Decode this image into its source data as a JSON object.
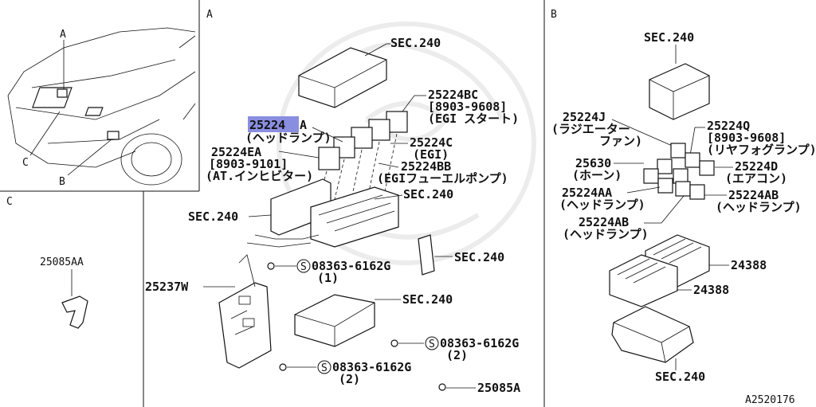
{
  "colors": {
    "line": "#111111",
    "highlight": "#8a8ee0",
    "background": "#ffffff"
  },
  "sections": {
    "a": "A",
    "b": "B",
    "c": "C"
  },
  "overview": {
    "a": "A",
    "b": "B",
    "c": "C"
  },
  "a": {
    "sec240_top": "SEC.240",
    "p25224bc": "25224BC",
    "p25224bc_date": "[8903-9608]",
    "p25224bc_desc": "(EGI スタート)",
    "p25224a_hl": "25224",
    "p25224a_suffix": "A",
    "p25224a_desc": "(ヘッドランプ)",
    "p25224c": "25224C",
    "p25224c_desc": "(EGI)",
    "p25224ea": "25224EA",
    "p25224ea_date": "[8903-9101]",
    "p25224ea_desc": "(AT.インヒビター)",
    "p25224bb": "25224BB",
    "p25224bb_desc": "(EGIフューエルポンプ)",
    "sec240_mid_right": "SEC.240",
    "sec240_mid_left": "SEC.240",
    "sec240_clip": "SEC.240",
    "bolt1": "08363-6162G",
    "bolt1_qty": "(1)",
    "p25237w": "25237W",
    "sec240_cover": "SEC.240",
    "bolt2": "08363-6162G",
    "bolt2_qty": "(2)",
    "bolt3": "08363-6162G",
    "bolt3_qty": "(2)",
    "p25085a": "25085A",
    "bolt_symbol": "S"
  },
  "b": {
    "sec240_top": "SEC.240",
    "p25224j": "25224J",
    "p25224j_desc1": "(ラジエーター",
    "p25224j_desc2": "ファン)",
    "p25224q": "25224Q",
    "p25224q_date": "[8903-9608]",
    "p25224q_desc": "(リヤフォグランプ)",
    "p25630": "25630",
    "p25630_desc": "(ホーン)",
    "p25224d": "25224D",
    "p25224d_desc": "(エアコン)",
    "p25224aa": "25224AA",
    "p25224aa_desc": "(ヘッドランプ)",
    "p25224ab_r": "25224AB",
    "p25224ab_r_desc": "(ヘッドランプ)",
    "p25224ab_b": "25224AB",
    "p25224ab_b_desc": "(ヘッドランプ)",
    "p24388_a": "24388",
    "p24388_b": "24388",
    "sec240_bottom": "SEC.240"
  },
  "c": {
    "p25085aa": "25085AA"
  },
  "drawing_id": "A2520176"
}
